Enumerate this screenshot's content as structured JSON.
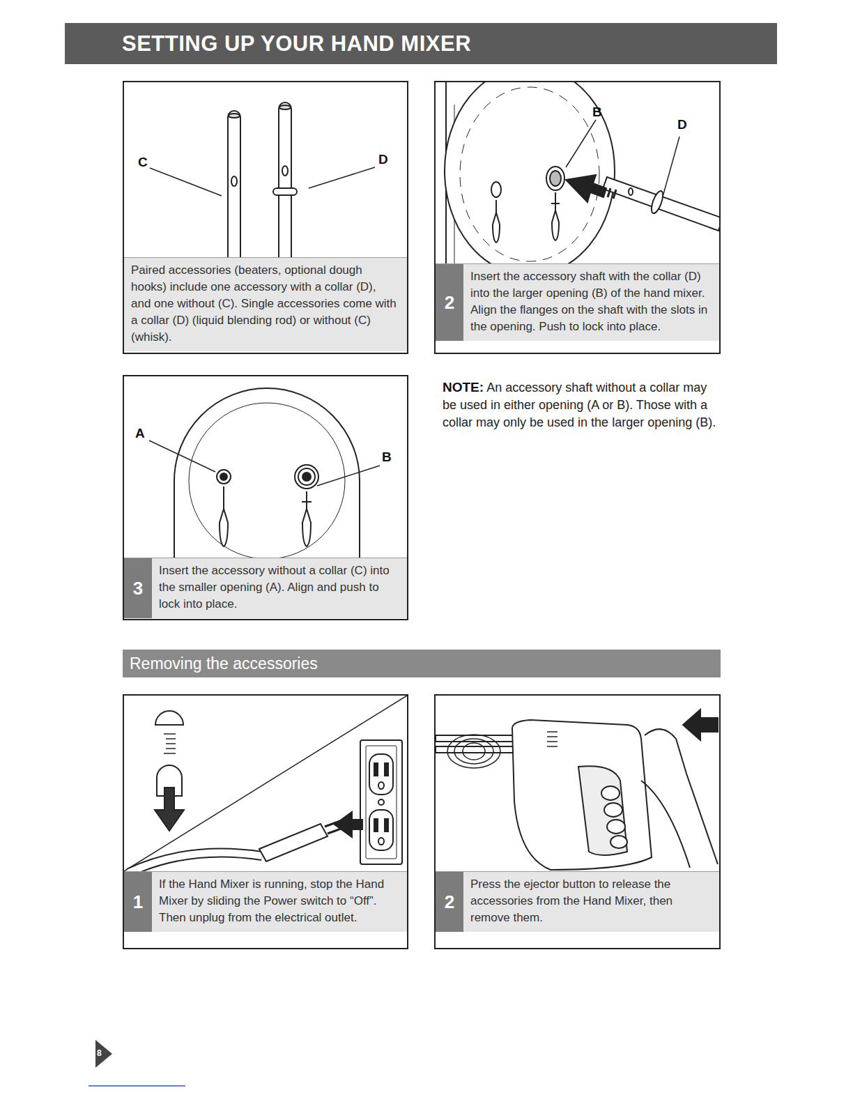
{
  "diagram": {
    "title": "SETTING UP YOUR HAND MIXER",
    "nodes": [
      {
        "text": [
          "Paired accessories (beaters, optional dough hooks) include one accessory with a collar (D), and one without (C). Single accessories come with a collar (D) (liquid blending rod) or without (C) (whisk)."
        ]
      },
      {
        "text": [
          "2",
          "Insert the accessory shaft with the collar (D) into the larger opening (B) of the hand mixer. Align the flanges on the shaft with the slots in the opening. Push to lock into place."
        ]
      },
      {
        "text": [
          "3",
          "Insert the accessory without a collar (C) into the smaller opening (A). Align and push to lock into place."
        ]
      },
      {
        "text": [
          "Removing the accessories"
        ]
      },
      {
        "text": [
          "1",
          "If the Hand Mixer is running, stop the Hand Mixer by sliding the Power switch to “Off”. Then unplug from the electrical outlet."
        ]
      },
      {
        "text": [
          "2",
          "Press the ejector button to release the accessories from the Hand Mixer, then remove them."
        ]
      }
    ],
    "edges": [],
    "labels": [
      "C",
      "D",
      "B",
      "D",
      "NOTE:",
      "An accessory shaft without a collar may be used in either opening (A or B). Those with a collar may only be used in the larger opening (B).",
      "A",
      "B",
      "8"
    ]
  }
}
